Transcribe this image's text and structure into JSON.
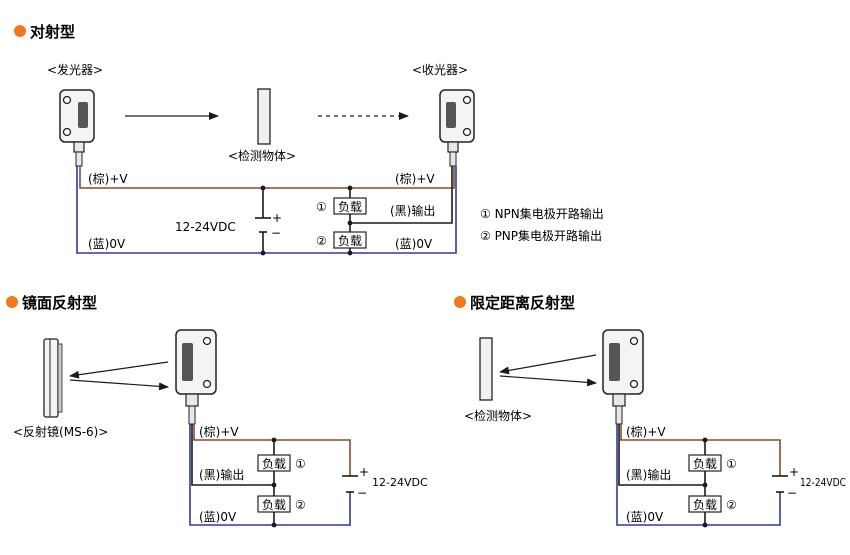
{
  "colors": {
    "bullet": "#f07a1a",
    "brown_wire": "#8a4a2e",
    "blue_wire": "#2e3a9a",
    "black_wire": "#1a1a1a"
  },
  "thru_beam": {
    "title": "对射型",
    "emitter_label": "<发光器>",
    "receiver_label": "<收光器>",
    "object_label": "<检测物体>",
    "brown_left": "(棕)+V",
    "brown_right": "(棕)+V",
    "blue_left": "(蓝)0V",
    "blue_right": "(蓝)0V",
    "black_label": "(黑)输出",
    "supply_label": "12-24VDC",
    "plus": "+",
    "minus": "−",
    "load1": "负载",
    "load2": "负载",
    "mark1": "①",
    "mark2": "②",
    "note1": "① NPN集电极开路输出",
    "note2": "② PNP集电极开路输出"
  },
  "mirror": {
    "title": "镜面反射型",
    "reflector_label": "<反射镜(MS-6)>",
    "brown": "(棕)+V",
    "black": "(黑)输出",
    "blue": "(蓝)0V",
    "load1": "负载",
    "load2": "负载",
    "mark1": "①",
    "mark2": "②",
    "supply_label": "12-24VDC",
    "plus": "+",
    "minus": "−"
  },
  "limited": {
    "title": "限定距离反射型",
    "object_label": "<检测物体>",
    "brown": "(棕)+V",
    "black": "(黑)输出",
    "blue": "(蓝)0V",
    "load1": "负载",
    "load2": "负载",
    "mark1": "①",
    "mark2": "②",
    "supply_label": "12-24VDC",
    "plus": "+",
    "minus": "−"
  }
}
